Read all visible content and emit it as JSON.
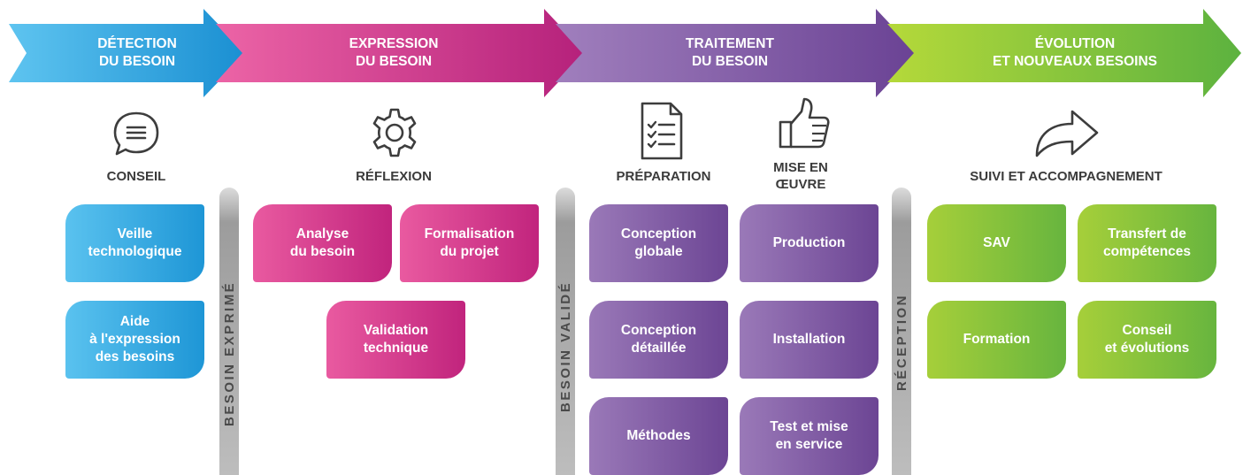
{
  "phases": [
    {
      "title": "DÉTECTION\nDU BESOIN"
    },
    {
      "title": "EXPRESSION\nDU BESOIN"
    },
    {
      "title": "TRAITEMENT\nDU BESOIN"
    },
    {
      "title": "ÉVOLUTION\nET NOUVEAUX BESOINS"
    }
  ],
  "categories": [
    {
      "label": "CONSEIL",
      "icon": "chat-bubble-icon"
    },
    {
      "label": "RÉFLEXION",
      "icon": "gear-icon"
    },
    {
      "label": "PRÉPARATION",
      "icon": "checklist-document-icon"
    },
    {
      "label": "MISE EN\nŒUVRE",
      "icon": "thumbs-up-icon"
    },
    {
      "label": "SUIVI ET ACCOMPAGNEMENT",
      "icon": "share-arrow-icon"
    }
  ],
  "milestones": [
    {
      "label": "BESOIN EXPRIMÉ"
    },
    {
      "label": "BESOIN VALIDÉ"
    },
    {
      "label": "RÉCEPTION"
    }
  ],
  "tasks": {
    "conseil": [
      "Veille\ntechnologique",
      "Aide\nà l'expression\ndes besoins"
    ],
    "reflexion": [
      "Analyse\ndu besoin",
      "Formalisation\ndu projet",
      "Validation\ntechnique"
    ],
    "preparation": [
      "Conception\nglobale",
      "Conception\ndétaillée",
      "Méthodes"
    ],
    "mise_en_oeuvre": [
      "Production",
      "Installation",
      "Test et mise\nen service"
    ],
    "suivi": [
      "SAV",
      "Transfert de\ncompétences",
      "Formation",
      "Conseil\net évolutions"
    ]
  },
  "colors": {
    "detection": "#1e96d6",
    "expression": "#c1247d",
    "traitement": "#6c4594",
    "evolution": "#67b53e",
    "milestone_bar": "#b0b0b0"
  }
}
